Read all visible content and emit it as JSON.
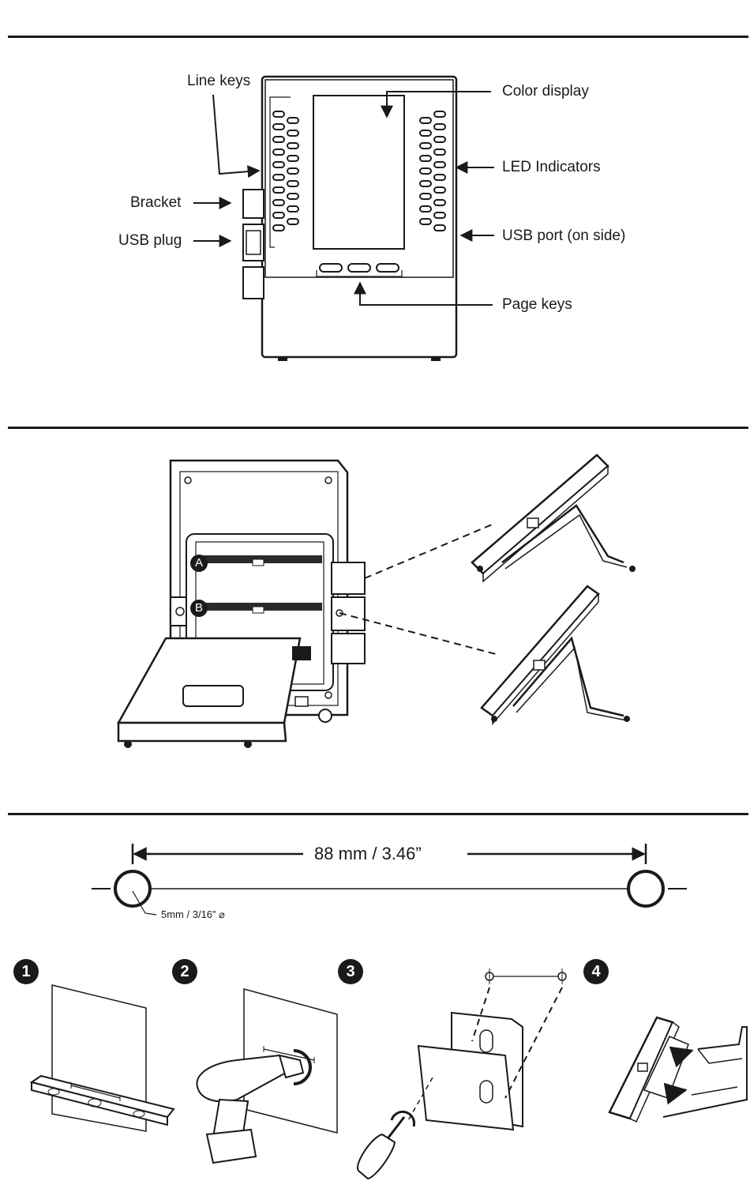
{
  "front_view": {
    "labels": {
      "line_keys": "Line keys",
      "color_display": "Color display",
      "led_indicators": "LED Indicators",
      "bracket": "Bracket",
      "usb_plug": "USB plug",
      "usb_port": "USB port (on side)",
      "page_keys": "Page keys"
    }
  },
  "back_view": {
    "markers": {
      "a": "A",
      "b": "B"
    }
  },
  "mounting": {
    "dimension": "88 mm / 3.46”",
    "hole_size": "5mm / 3/16” ⌀",
    "steps": [
      "1",
      "2",
      "3",
      "4"
    ]
  }
}
